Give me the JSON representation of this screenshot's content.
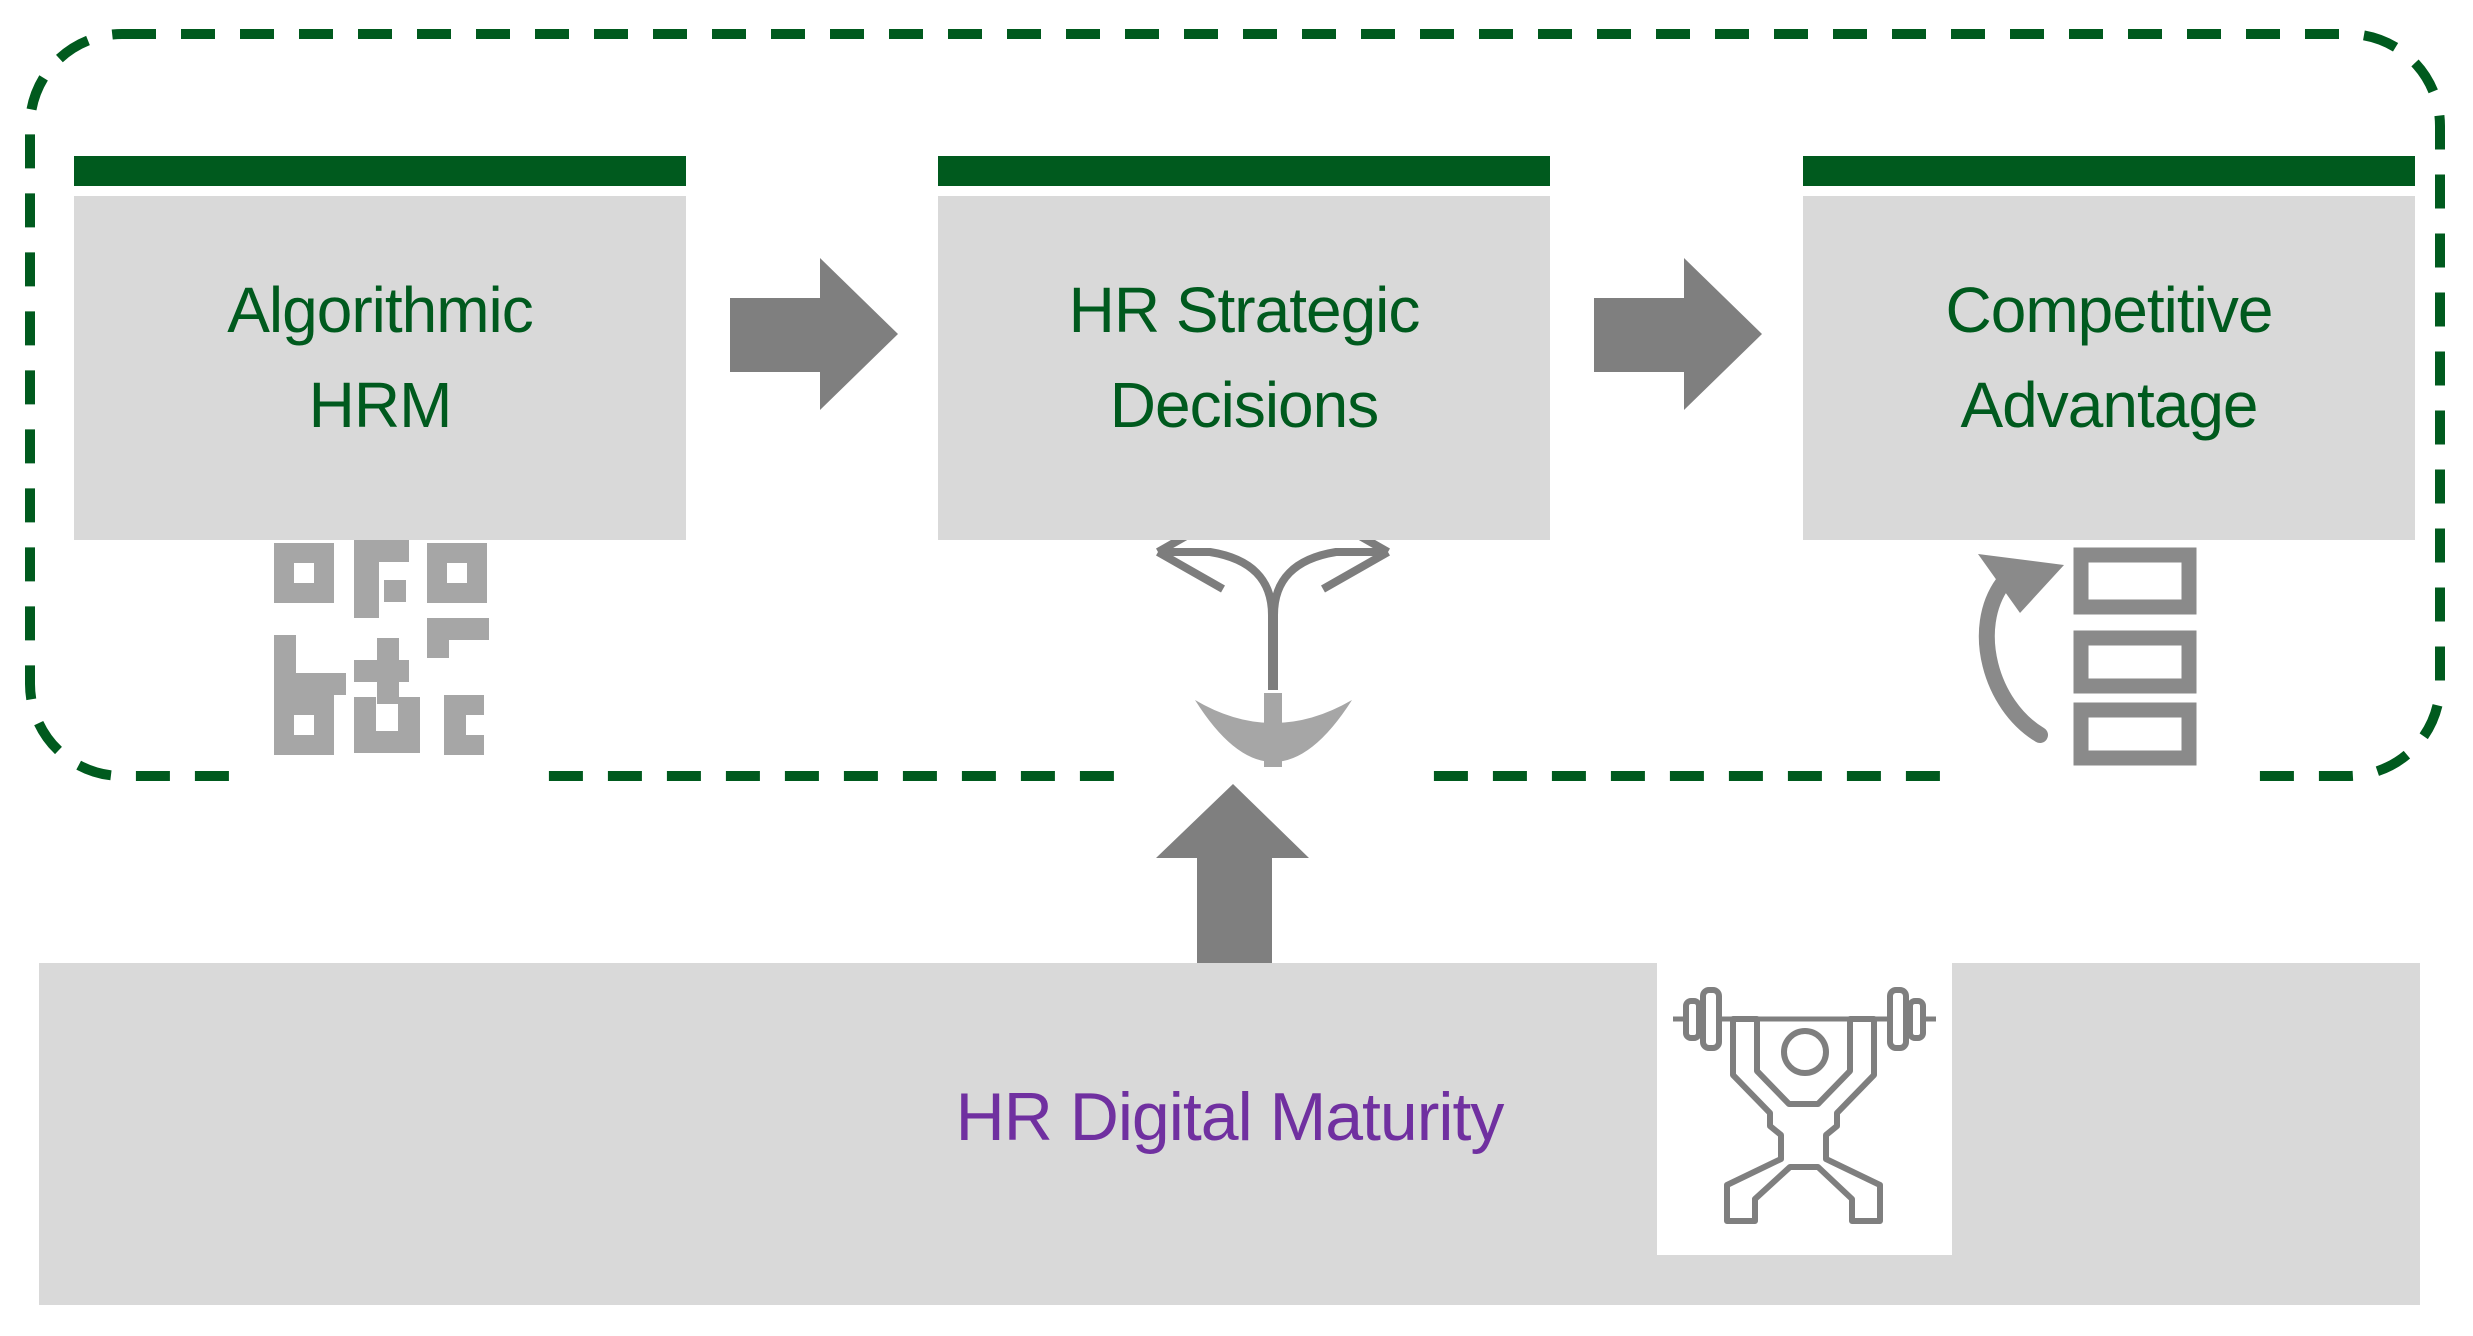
{
  "process_boxes": [
    {
      "line1": "Algorithmic",
      "line2": "HRM",
      "icon": "qr-code-icon"
    },
    {
      "line1": "HR Strategic",
      "line2": "Decisions",
      "icon": "branching-arrows-icon"
    },
    {
      "line1": "Competitive",
      "line2": "Advantage",
      "icon": "list-refresh-icon"
    }
  ],
  "moderator": {
    "label": "HR Digital Maturity",
    "icon": "weightlifter-icon"
  },
  "connectors": {
    "between_boxes": "arrow-right-icon",
    "moderator_to_decisions": "arrow-up-icon"
  },
  "colors": {
    "dark_green": "#005A1E",
    "box_fill": "#D9D9D9",
    "arrow_gray": "#7F7F7F",
    "icon_gray": "#A6A6A6",
    "icon_stroke_gray": "#7D7D7D",
    "list_icon_gray": "#8A8A8A",
    "moderator_purple": "#7030A0"
  }
}
